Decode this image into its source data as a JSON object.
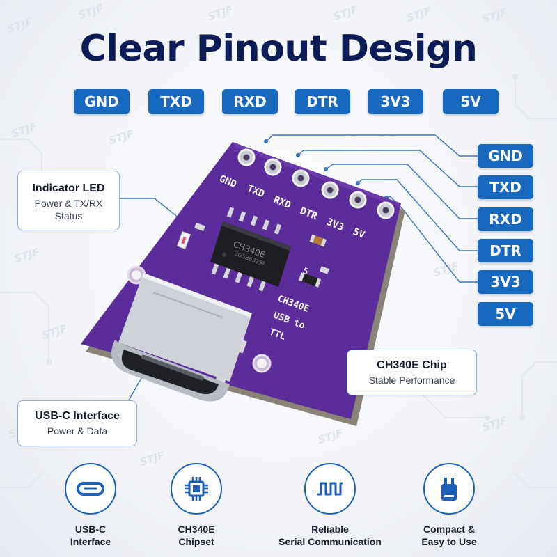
{
  "watermark": "STJF",
  "title": "Clear Pinout Design",
  "top_pins": [
    "GND",
    "TXD",
    "RXD",
    "DTR",
    "3V3",
    "5V"
  ],
  "side_pins": [
    "GND",
    "TXD",
    "RXD",
    "DTR",
    "3V3",
    "5V"
  ],
  "board": {
    "silk_pins": [
      "GND",
      "TXD",
      "RXD",
      "DTR",
      "3V3",
      "5V"
    ],
    "chip_text": "CH340E",
    "chip_code": "2G5B6329F",
    "silk_lines": [
      "CH340E",
      "USB to",
      "TTL"
    ],
    "small_label": "5",
    "colors": {
      "pcb": "#5b2d9a",
      "pcb_edge": "#8a8378",
      "metal": "#d9dbe0",
      "chip": "#1d1d22"
    }
  },
  "callouts": {
    "indicator": {
      "title": "Indicator LED",
      "lines": [
        "Power & TX/RX",
        "Status"
      ]
    },
    "chip": {
      "title": "CH340E Chip",
      "sub": "Stable Performance"
    },
    "usbc": {
      "title": "USB-C Interface",
      "sub": "Power & Data"
    }
  },
  "features": [
    {
      "icon": "usb-c-icon",
      "lines": [
        "USB-C",
        "Interface"
      ]
    },
    {
      "icon": "chipset-icon",
      "lines": [
        "CH340E",
        "Chipset"
      ]
    },
    {
      "icon": "serial-wave-icon",
      "lines": [
        "Reliable",
        "Serial Communication"
      ]
    },
    {
      "icon": "compact-device-icon",
      "lines": [
        "Compact &",
        "Easy to Use"
      ]
    }
  ],
  "colors": {
    "accent": "#1768bf",
    "title": "#0d1b57",
    "line": "#3f72b8"
  }
}
